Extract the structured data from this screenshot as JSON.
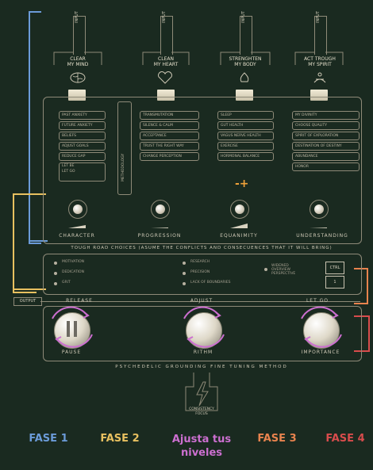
{
  "input_label": "INPUT",
  "columns": [
    {
      "title": "CLEAR\nMY MIND",
      "items": [
        "PAST ANXIETY",
        "FUTURE ANXIETY",
        "BELIEFS",
        "ADJUST GOALS",
        "REDUCE GAP",
        "LET BE\nLET GO"
      ]
    },
    {
      "title": "CLEAN\nMY HEART",
      "items": [
        "TRANSMUTATION",
        "SILENCE & CALM",
        "ACCEPTANCE",
        "TRUST THE RIGHT WAY",
        "CHANGE PERCEPTION"
      ]
    },
    {
      "title": "STRENGHTEN\nMY BODY",
      "items": [
        "SLEEP",
        "GUT HEALTH",
        "VAGUS NERVE HEALTH",
        "EXERCISE",
        "HORMONAL BALANCE"
      ]
    },
    {
      "title": "ACT TROUGH\nMY SPIRIT",
      "items": [
        "MY DIVINITY",
        "CHOOSE QUALITY",
        "SPIRIT OF EXPLORATION",
        "DESTINATION OF DESTINY",
        "ABUNDANCE",
        "HONOR"
      ]
    }
  ],
  "side_label": "METHODOLOGY",
  "plus_minus": "-+",
  "knob_labels": [
    "CHARACTER",
    "PROGRESSION",
    "EQUANIMITY",
    "UNDERSTANDING"
  ],
  "tough_title": "TOUGH ROAD CHOICES (ASUME THE CONFLICTS AND CONSECUENCES THAT IT WILL BRING)",
  "tough_options": [
    "MOTIVATION",
    "DEDICATION",
    "GRIT",
    "RESEARCH",
    "PRECISION",
    "LACK OF BOUNDARIES"
  ],
  "ctrl_label": "CTRL",
  "ctrl_num": "1",
  "side_note": "WIDENED\nOVERVIEW\nPERSPECTIVE",
  "output_label": "OUTPUT",
  "output_heads": [
    "RELEASE",
    "ADJUST",
    "LET GO"
  ],
  "big_knob_labels": [
    "PAUSE",
    "RITHM",
    "IMPORTANCE"
  ],
  "method_title": "PSYCHEDELIC GROUNDING FINE TUNING METHOD",
  "logo_text": "CONSISTENCY\nFOCUS",
  "phases": [
    {
      "text": "FASE 1",
      "color": "#6b9bd8"
    },
    {
      "text": "FASE 2",
      "color": "#e8c060"
    },
    {
      "text": "Ajusta tus\nniveles",
      "color": "#cc6fd0"
    },
    {
      "text": "FASE 3",
      "color": "#e8834e"
    },
    {
      "text": "FASE 4",
      "color": "#d84c4c"
    }
  ],
  "colors": {
    "bg": "#1a2a20",
    "line": "#8e8a78",
    "fase1": "#6b9bd8",
    "fase2": "#e8c060",
    "fase3": "#e8834e",
    "fase4": "#d84c4c",
    "adjust": "#cc6fd0"
  }
}
